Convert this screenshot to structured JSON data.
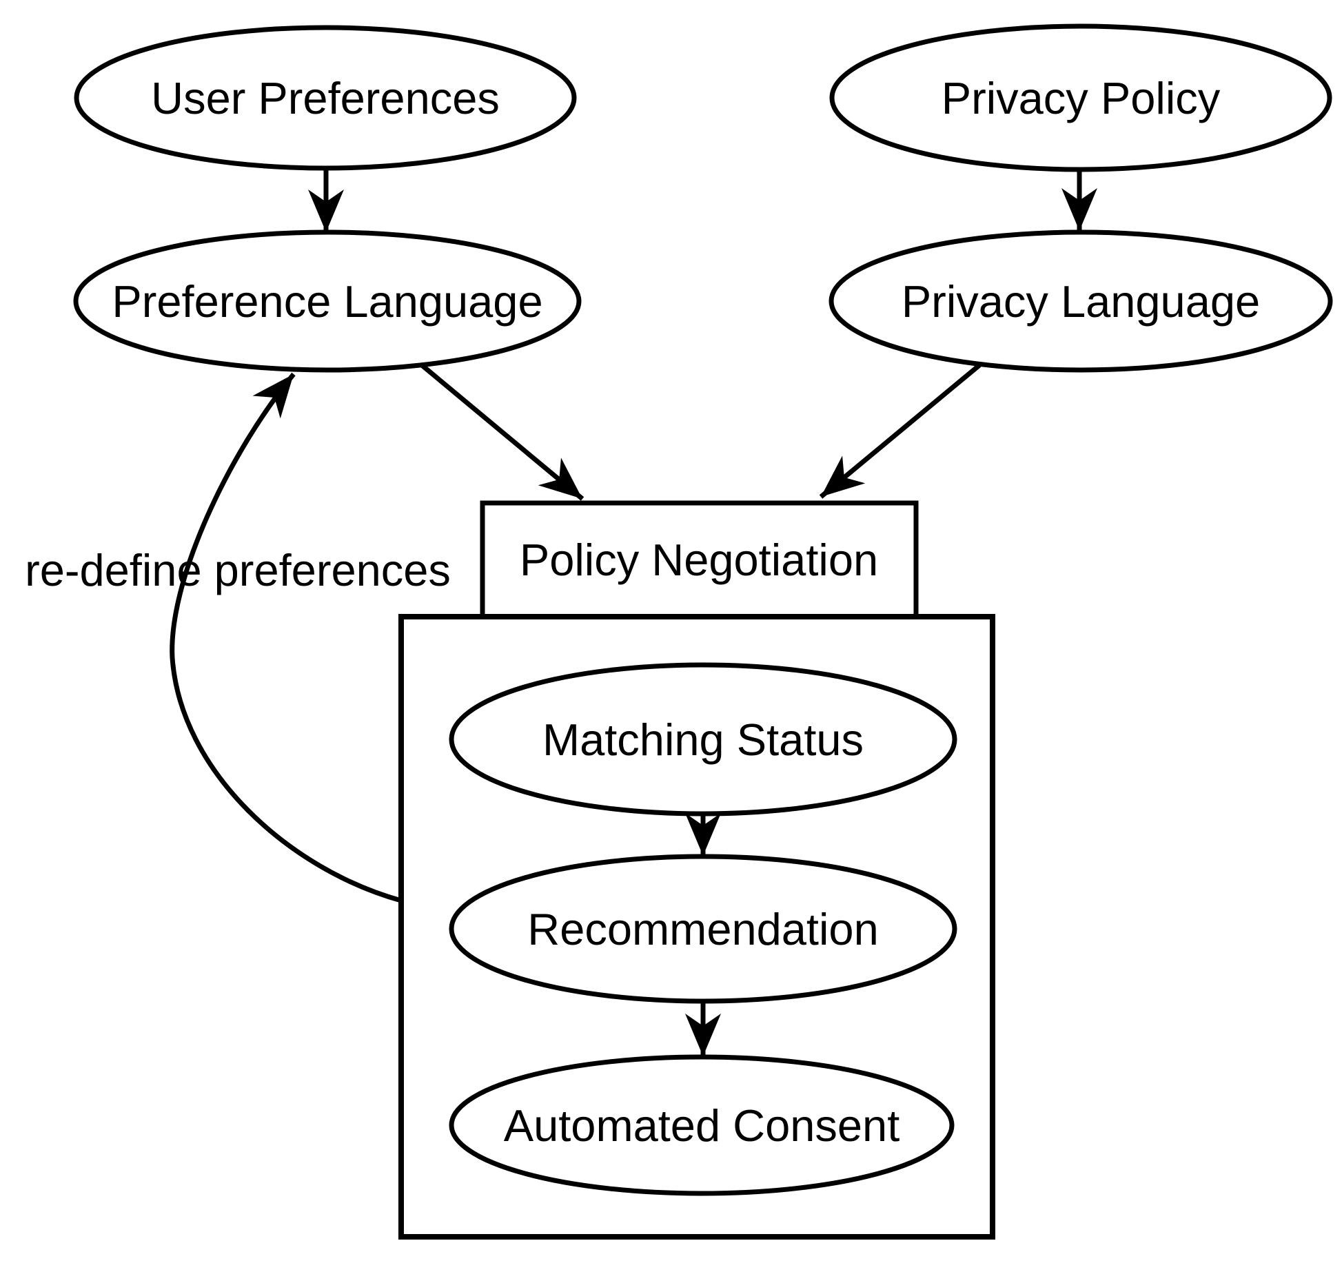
{
  "diagram": {
    "type": "flowchart",
    "background_color": "#ffffff",
    "line_color": "#000000",
    "nodes": {
      "user_preferences": {
        "label": "User Preferences",
        "shape": "ellipse"
      },
      "privacy_policy": {
        "label": "Privacy Policy",
        "shape": "ellipse"
      },
      "preference_language": {
        "label": "Preference Language",
        "shape": "ellipse"
      },
      "privacy_language": {
        "label": "Privacy Language",
        "shape": "ellipse"
      },
      "policy_negotiation": {
        "label": "Policy Negotiation",
        "shape": "rectangle"
      },
      "negotiation_container": {
        "label": "",
        "shape": "rectangle"
      },
      "matching_status": {
        "label": "Matching Status",
        "shape": "ellipse"
      },
      "recommendation": {
        "label": "Recommendation",
        "shape": "ellipse"
      },
      "automated_consent": {
        "label": "Automated Consent",
        "shape": "ellipse"
      }
    },
    "edges": [
      {
        "from": "user_preferences",
        "to": "preference_language",
        "label": ""
      },
      {
        "from": "privacy_policy",
        "to": "privacy_language",
        "label": ""
      },
      {
        "from": "preference_language",
        "to": "policy_negotiation",
        "label": ""
      },
      {
        "from": "privacy_language",
        "to": "policy_negotiation",
        "label": ""
      },
      {
        "from": "matching_status",
        "to": "recommendation",
        "label": ""
      },
      {
        "from": "recommendation",
        "to": "automated_consent",
        "label": ""
      },
      {
        "from": "negotiation_container",
        "to": "preference_language",
        "label": "re-define preferences"
      }
    ]
  }
}
